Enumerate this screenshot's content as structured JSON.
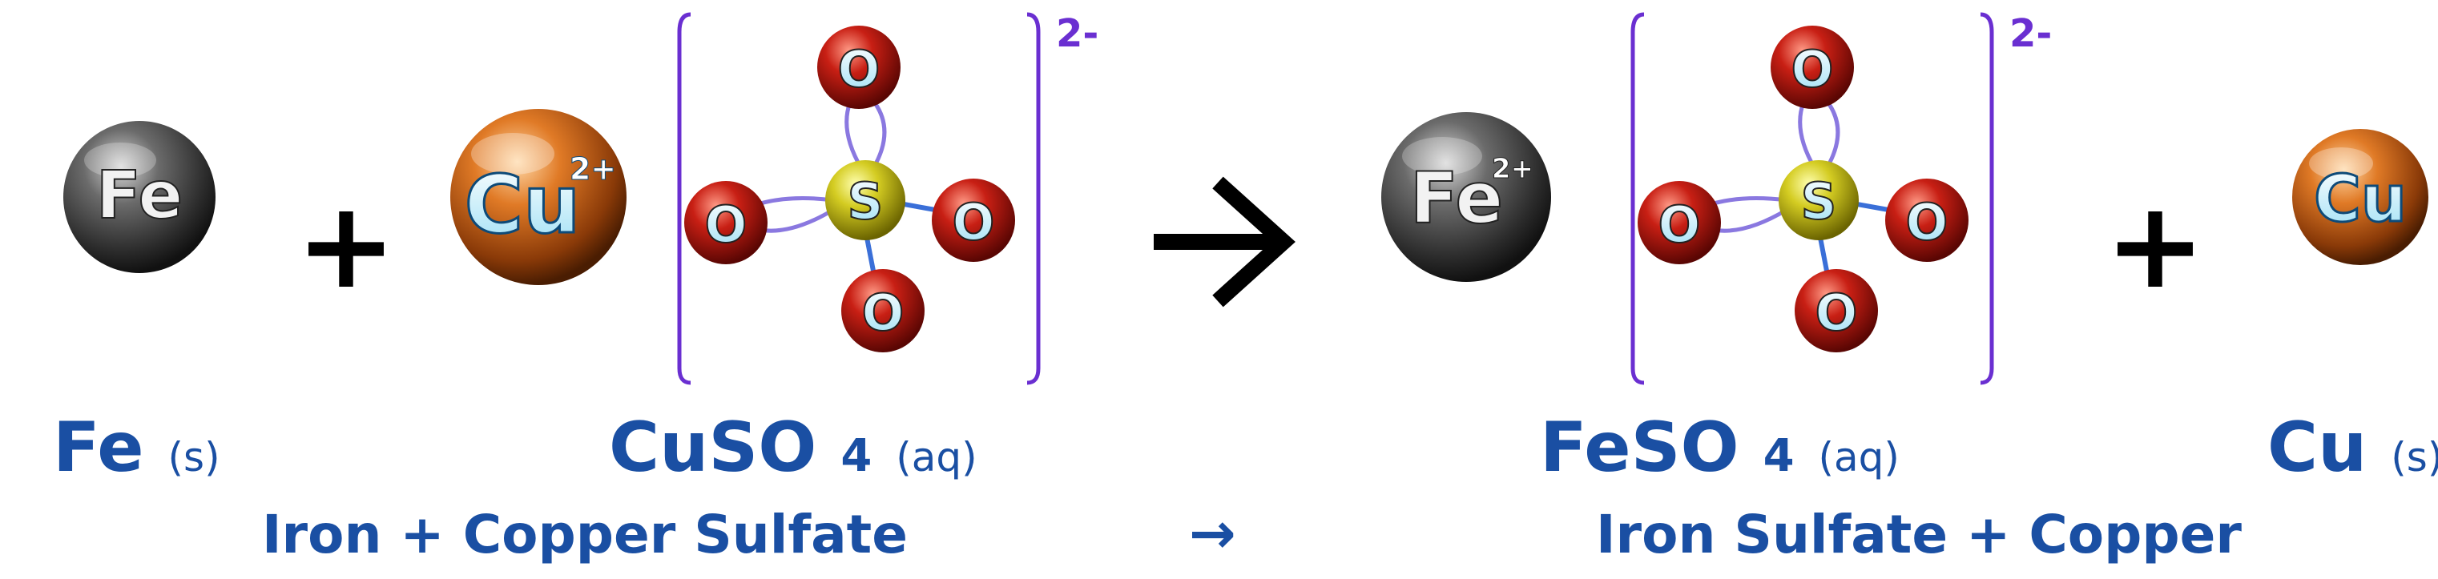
{
  "atoms": {
    "fe": "Fe",
    "cu": "Cu",
    "s": "S",
    "o": "O",
    "charge_2plus": "2+",
    "sulfate_charge": "2-"
  },
  "reactants": {
    "iron": {
      "symbol": "Fe",
      "state": "(s)"
    },
    "plus": "+",
    "copper_sulfate": {
      "formula": "CuSO",
      "subscript": "4",
      "state": "(aq)"
    }
  },
  "arrow": "→",
  "products": {
    "iron_sulfate": {
      "formula": "FeSO",
      "subscript": "4",
      "state": "(aq)"
    },
    "plus": "+",
    "copper": {
      "symbol": "Cu",
      "state": "(s)"
    }
  },
  "words": {
    "left": "Iron + Copper Sulfate",
    "arrow": "→",
    "right": "Iron Sulfate + Copper"
  },
  "colors": {
    "formula_blue": "#1a4fa3",
    "bracket_purple": "#6a2fd1",
    "iron_gray": "#3a3a3a",
    "copper_orange": "#c4601a",
    "sulfur_yellow": "#c9c21a",
    "oxygen_red": "#b8160f"
  }
}
